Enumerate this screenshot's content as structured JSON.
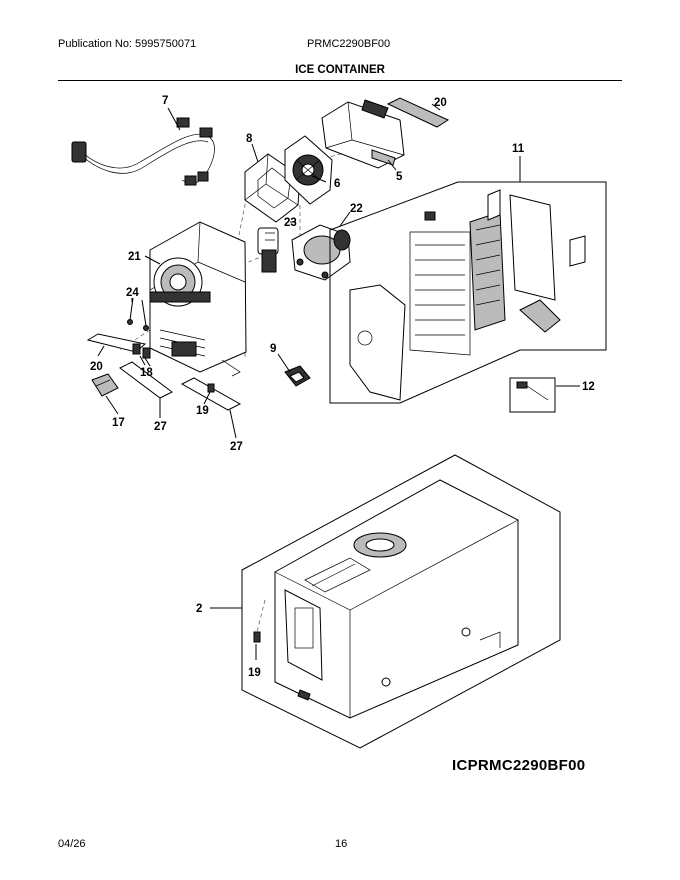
{
  "header": {
    "publication": "Publication No: 5995750071",
    "model": "PRMC2290BF00",
    "section_title": "ICE CONTAINER"
  },
  "diagram": {
    "callouts": [
      "7",
      "20",
      "8",
      "6",
      "5",
      "11",
      "23",
      "22",
      "21",
      "24",
      "20",
      "18",
      "9",
      "12",
      "17",
      "27",
      "19",
      "27",
      "2",
      "19"
    ]
  },
  "footer": {
    "drawing_code": "ICPRMC2290BF00",
    "date": "04/26",
    "page_number": "16"
  }
}
